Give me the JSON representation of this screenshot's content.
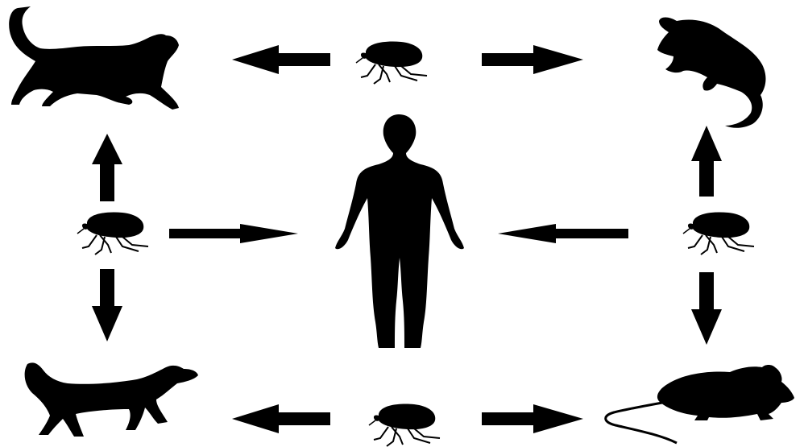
{
  "diagram": {
    "silhouette_color": "#000000",
    "background_color": "#ffffff",
    "nodes": [
      {
        "id": "cat",
        "icon": "cat-silhouette"
      },
      {
        "id": "opossum",
        "icon": "opossum-silhouette"
      },
      {
        "id": "human",
        "icon": "human-silhouette"
      },
      {
        "id": "dog",
        "icon": "dog-silhouette"
      },
      {
        "id": "rat",
        "icon": "rat-silhouette"
      },
      {
        "id": "flea-top",
        "icon": "flea-icon"
      },
      {
        "id": "flea-left",
        "icon": "flea-icon"
      },
      {
        "id": "flea-right",
        "icon": "flea-icon"
      },
      {
        "id": "flea-bottom",
        "icon": "flea-icon"
      }
    ],
    "edges": [
      {
        "from": "flea-top",
        "to": "cat"
      },
      {
        "from": "flea-top",
        "to": "opossum"
      },
      {
        "from": "flea-left",
        "to": "cat"
      },
      {
        "from": "flea-left",
        "to": "dog"
      },
      {
        "from": "flea-left",
        "to": "human"
      },
      {
        "from": "flea-right",
        "to": "opossum"
      },
      {
        "from": "flea-right",
        "to": "rat"
      },
      {
        "from": "flea-right",
        "to": "human"
      },
      {
        "from": "flea-bottom",
        "to": "dog"
      },
      {
        "from": "flea-bottom",
        "to": "rat"
      }
    ]
  }
}
